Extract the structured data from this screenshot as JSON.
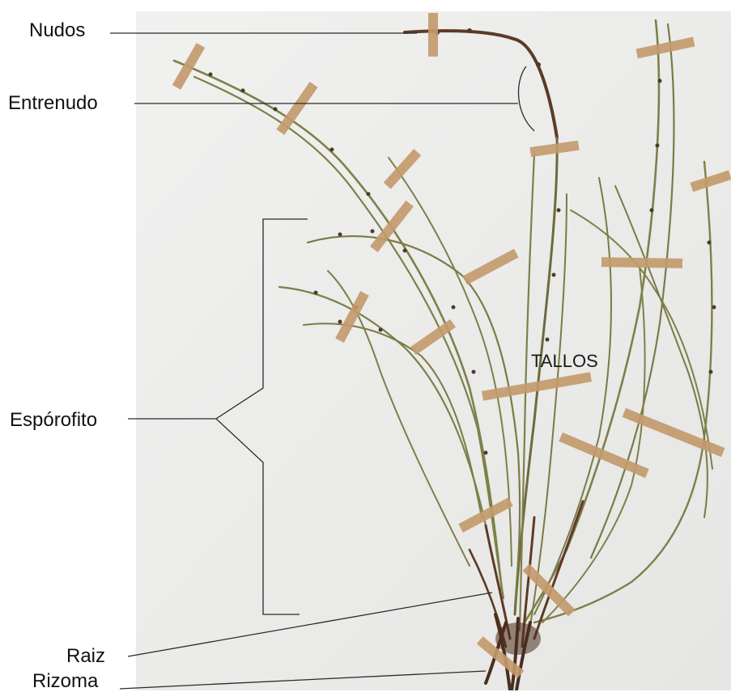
{
  "figure": {
    "labels": {
      "nudos": "Nudos",
      "entrenudo": "Entrenudo",
      "esporofito": "Espórofito",
      "raiz": "Raiz",
      "rizoma": "Rizoma",
      "tallos": "TALLOS"
    },
    "colors": {
      "background": "#ffffff",
      "specimen_sheet": "#ececeb",
      "stem": "#7d8048",
      "stem_dark": "#5e3a26",
      "tape": "#c49a6c",
      "leader_line": "#2a2a2a"
    }
  }
}
